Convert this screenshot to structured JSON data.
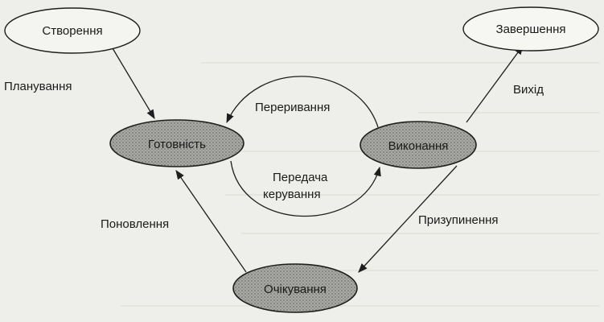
{
  "states": {
    "created": "Створення",
    "finished": "Завершення",
    "ready": "Готовність",
    "running": "Виконання",
    "waiting": "Очікування"
  },
  "transitions": {
    "scheduling": "Планування",
    "exit": "Вихід",
    "interrupt": "Переривання",
    "dispatch_line1": "Передача",
    "dispatch_line2": "керування",
    "resume": "Поновлення",
    "suspend": "Призупинення"
  }
}
